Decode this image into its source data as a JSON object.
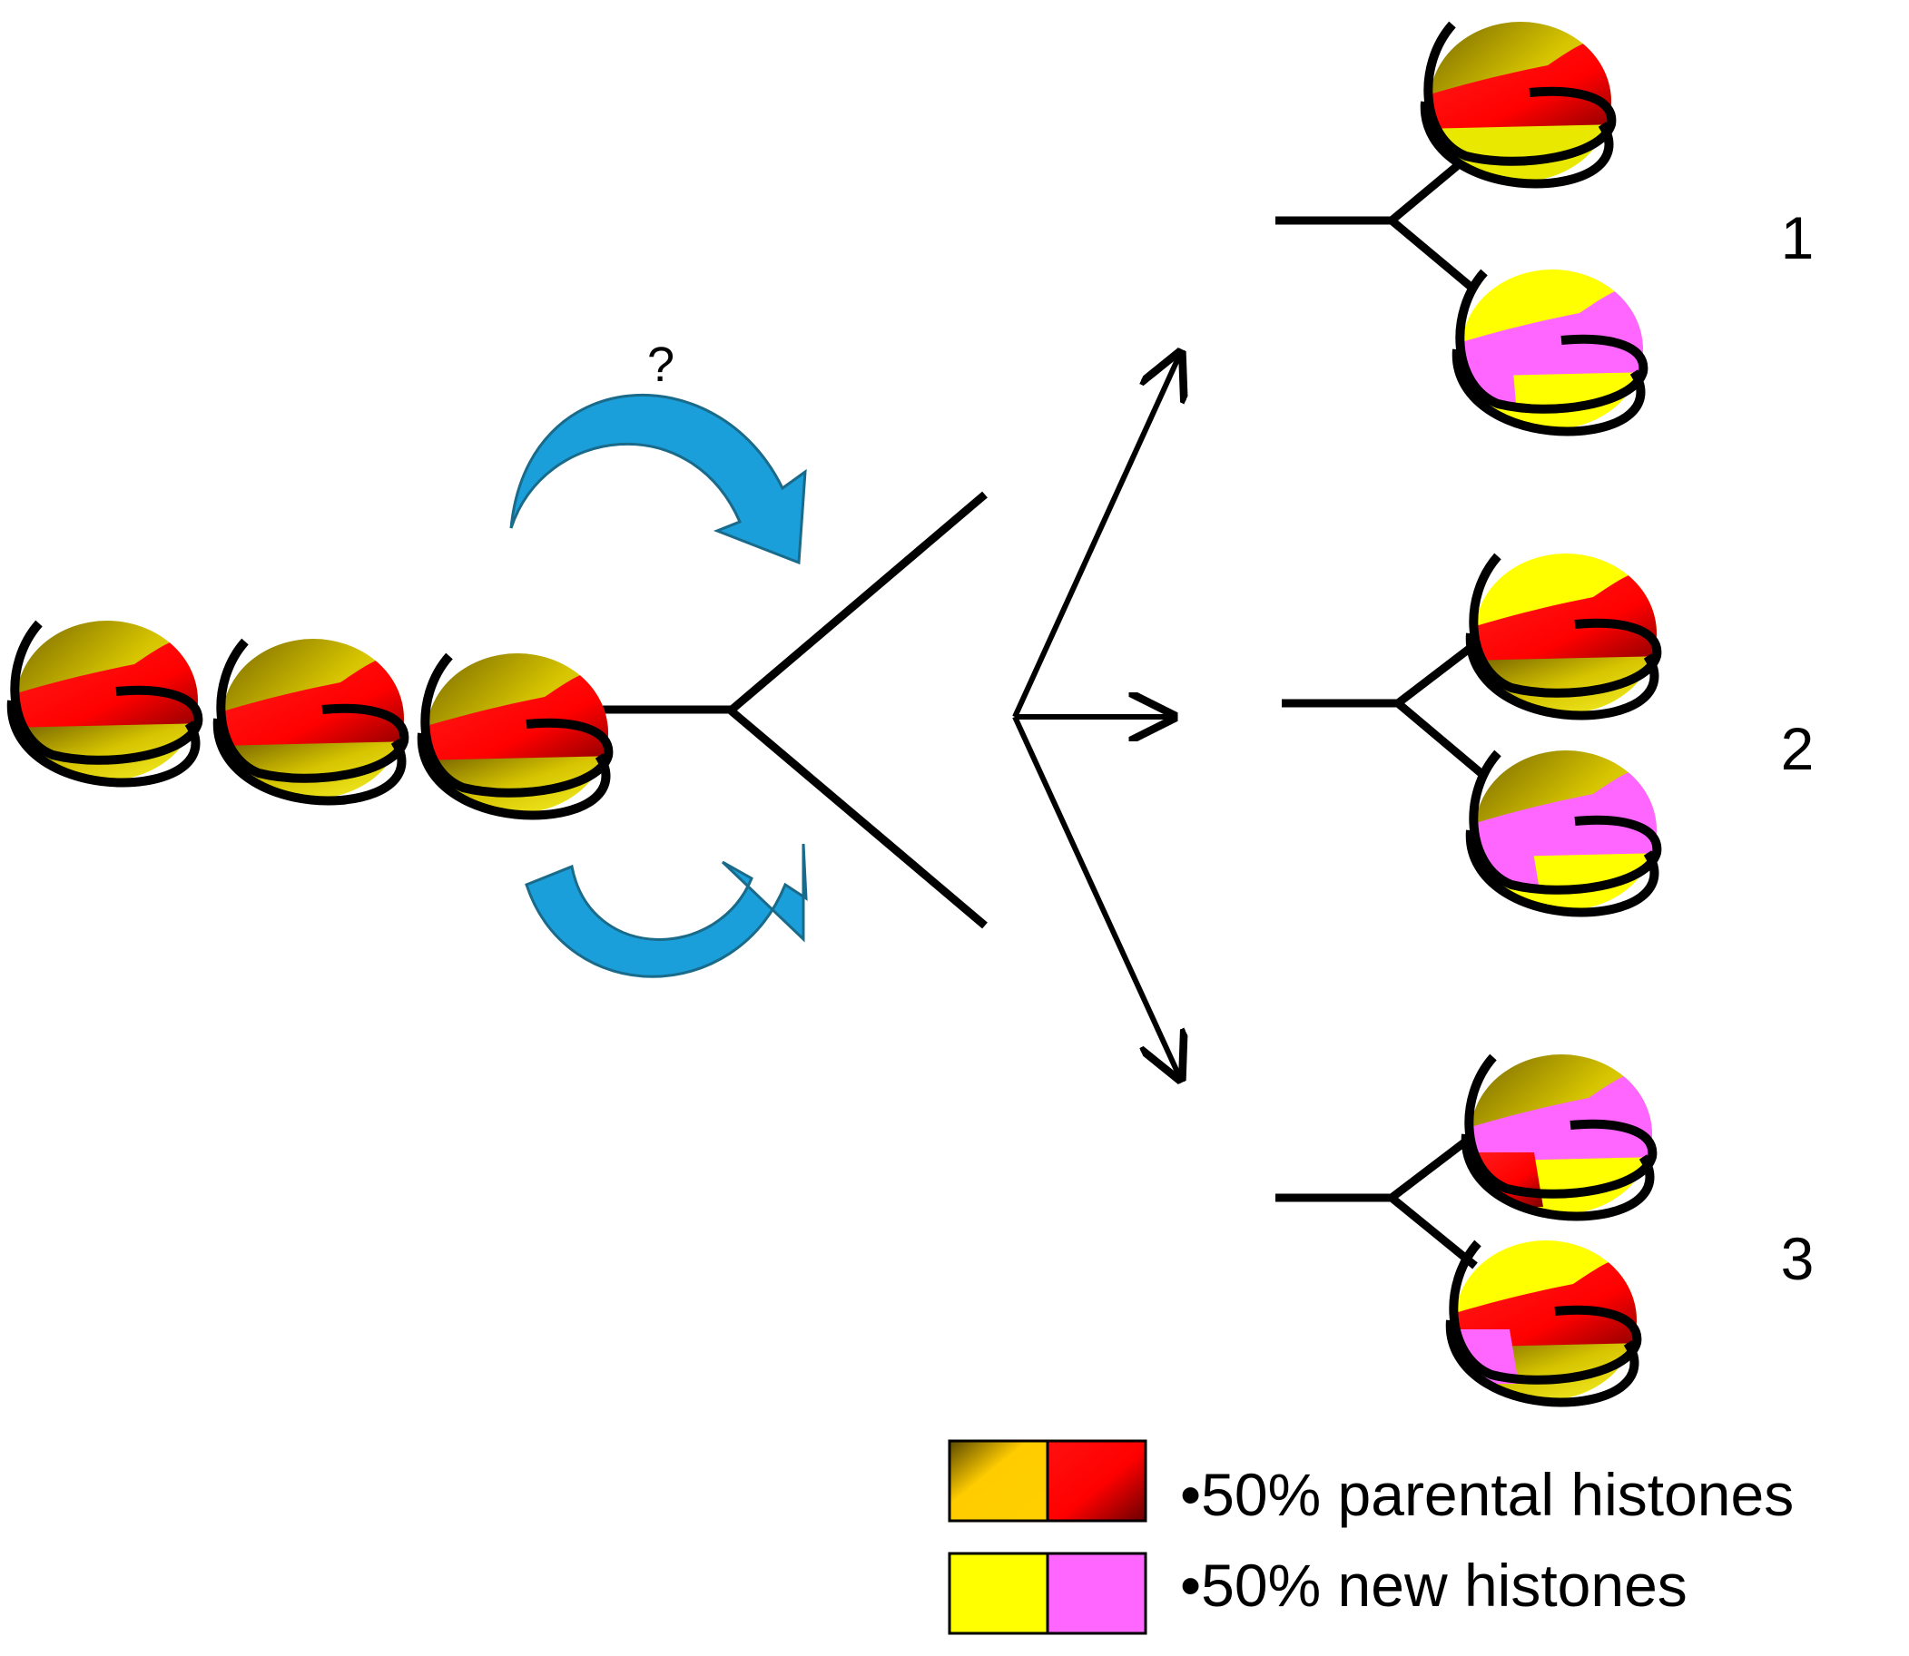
{
  "question_mark": "?",
  "outcomes": [
    {
      "label": "1"
    },
    {
      "label": "2"
    },
    {
      "label": "3"
    }
  ],
  "legend": [
    {
      "text": "•50% parental histones",
      "swatches": [
        "parental-h3h4",
        "parental-h2a-h2b"
      ]
    },
    {
      "text": "•50% new histones",
      "swatches": [
        "new-h3h4",
        "new-h2a-h2b"
      ]
    }
  ],
  "colors": {
    "parental_yellow": "#c7b800",
    "parental_dark": "#4a3c00",
    "parental_red": "#ff0000",
    "parental_red_dark": "#8a0000",
    "new_yellow": "#ffff00",
    "new_pink": "#ff66ff",
    "arrow_blue": "#1a9fdb",
    "line": "#000000"
  }
}
